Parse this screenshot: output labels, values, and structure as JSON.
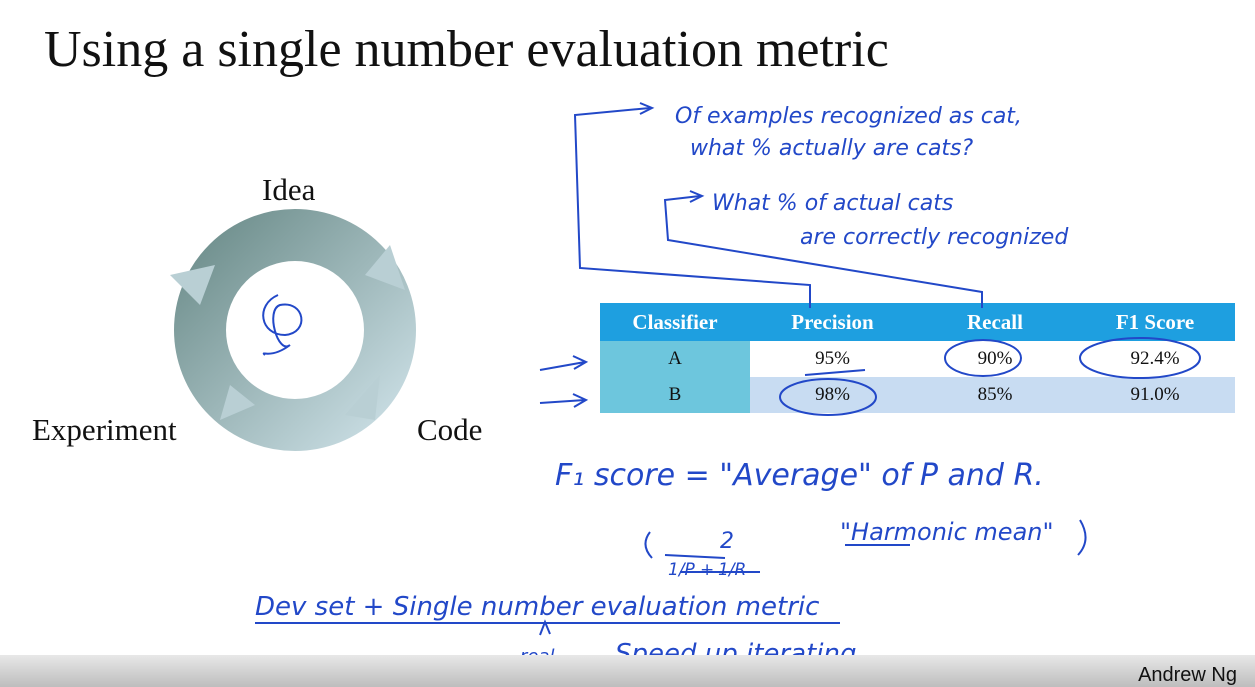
{
  "slide": {
    "title": "Using a single number evaluation metric",
    "author": "Andrew Ng"
  },
  "cycle": {
    "labels": {
      "top": "Idea",
      "left": "Experiment",
      "right": "Code"
    },
    "colors": {
      "arrow_dark": "#6f8f8d",
      "arrow_light": "#c9dde3"
    }
  },
  "table": {
    "headers": [
      "Classifier",
      "Precision",
      "Recall",
      "F1 Score"
    ],
    "rows": [
      [
        "A",
        "95%",
        "90%",
        "92.4%"
      ],
      [
        "B",
        "98%",
        "85%",
        "91.0%"
      ]
    ],
    "colors": {
      "header": "#1e9fe0",
      "classifier_cell": "#6dc6dd",
      "row_b": "#c8dcf2"
    }
  },
  "annotations": {
    "precision_note_1": "Of examples recognized as cat,",
    "precision_note_2": "what % actually are cats?",
    "recall_note_1": "What % of actual cats",
    "recall_note_2": "are correctly recognized",
    "f1_note": "F₁ score = \"Average\" of P and R.",
    "formula_num": "2",
    "formula_p": "1/P",
    "formula_plus": "+",
    "formula_r": "1/R",
    "harmonic": "\"Harmonic mean\"",
    "dev_set": "Dev set + Single number evaluation metric",
    "real": "real",
    "speed_up": "Speed up iterating"
  },
  "ink_color": "#2248c8"
}
